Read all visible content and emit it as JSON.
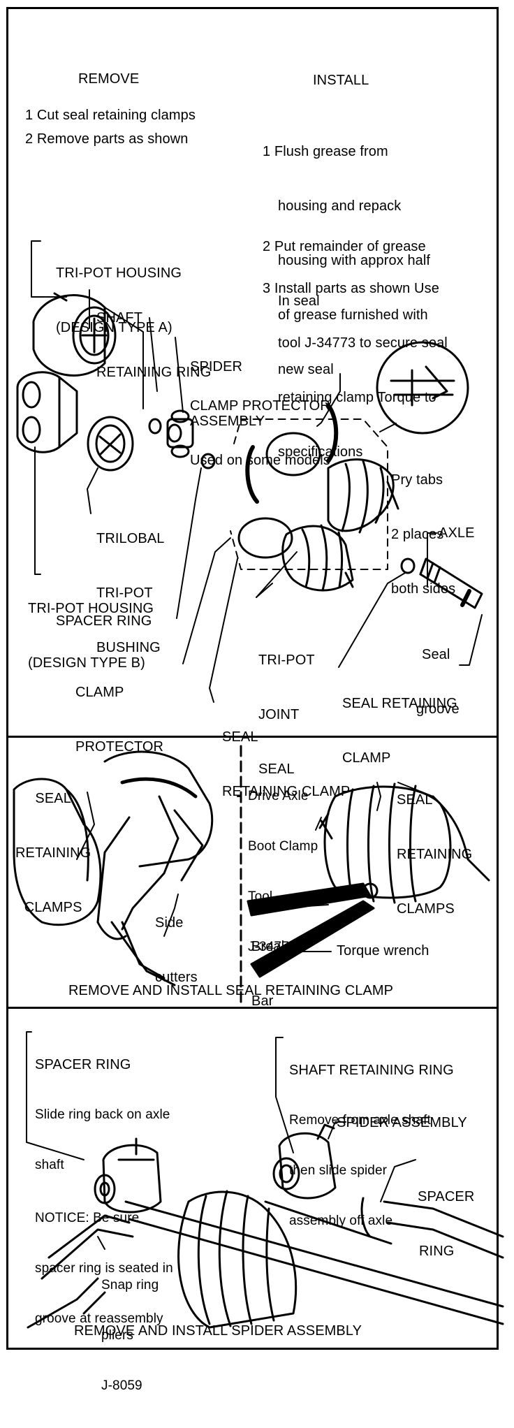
{
  "panel1": {
    "remove": {
      "heading": "REMOVE",
      "steps": [
        "1 Cut seal retaining clamps",
        "2 Remove parts as shown"
      ]
    },
    "install": {
      "heading": "INSTALL",
      "step1": [
        "1 Flush grease from",
        "housing and repack",
        "housing with approx half",
        "of grease furnished with",
        "new seal"
      ],
      "step2": [
        "2 Put remainder of grease",
        "In seal"
      ],
      "step3": [
        "3 Install parts as shown Use",
        "tool J-34773 to secure seal",
        "retaining clamp Torque to",
        "specifications"
      ]
    },
    "labels": {
      "tripot_housing_a": [
        "TRI-POT HOUSING",
        "(DESIGN TYPE A)"
      ],
      "shaft_retaining_ring": [
        "SHAFT",
        "RETAINING RING"
      ],
      "spider_assembly": [
        "SPIDER",
        "ASSEMBLY"
      ],
      "clamp_protector_top": [
        "CLAMP PROTECTOR",
        "Used on some models"
      ],
      "pry_tabs": [
        "Pry tabs",
        "2 places",
        "both sides"
      ],
      "trilobal_bushing": [
        "TRILOBAL",
        "TRI-POT",
        "BUSHING"
      ],
      "axle": "AXLE",
      "tripot_housing_b": [
        "TRI-POT HOUSING",
        "(DESIGN TYPE B)"
      ],
      "seal_groove": [
        "Seal",
        "groove"
      ],
      "spacer_ring": "SPACER RING",
      "tripot_joint_seal": [
        "TRI-POT",
        "JOINT",
        "SEAL"
      ],
      "clamp_protector_bottom": [
        "CLAMP",
        "PROTECTOR"
      ],
      "seal_retaining_clamp_right": [
        "SEAL RETAINING",
        "CLAMP"
      ],
      "seal_retaining_clamp_bottom": [
        "SEAL",
        "RETAINING CLAMP"
      ]
    }
  },
  "panel2": {
    "left_label": [
      "SEAL",
      "RETAINING",
      "CLAMPS"
    ],
    "side_cutters": [
      "Side",
      "cutters"
    ],
    "tool": [
      "Drive Axle",
      "Boot Clamp",
      "Tool",
      "J-34773"
    ],
    "right_label": [
      "SEAL",
      "RETAINING",
      "CLAMPS"
    ],
    "breaker_bar": [
      "Breaker",
      "Bar"
    ],
    "torque_wrench": "Torque wrench",
    "caption": "REMOVE AND INSTALL SEAL RETAINING CLAMP"
  },
  "panel3": {
    "spacer_ring": {
      "title": "SPACER RING",
      "lines": [
        "Slide ring back on axle",
        "shaft"
      ],
      "notice": [
        "NOTICE: Be sure",
        "spacer ring is seated in",
        "groove at reassembly"
      ]
    },
    "shaft_retaining_ring": {
      "title": "SHAFT RETAINING RING",
      "lines": [
        "Remove from axle shaft",
        "then slide spider",
        "assembly off axle"
      ]
    },
    "spider_assembly": "SPIDER ASSEMBLY",
    "spacer_ring_right": [
      "SPACER",
      "RING"
    ],
    "snap_ring_pliers": [
      "Snap ring",
      "pliers",
      "J-8059"
    ],
    "caption": "REMOVE AND INSTALL SPIDER ASSEMBLY"
  }
}
